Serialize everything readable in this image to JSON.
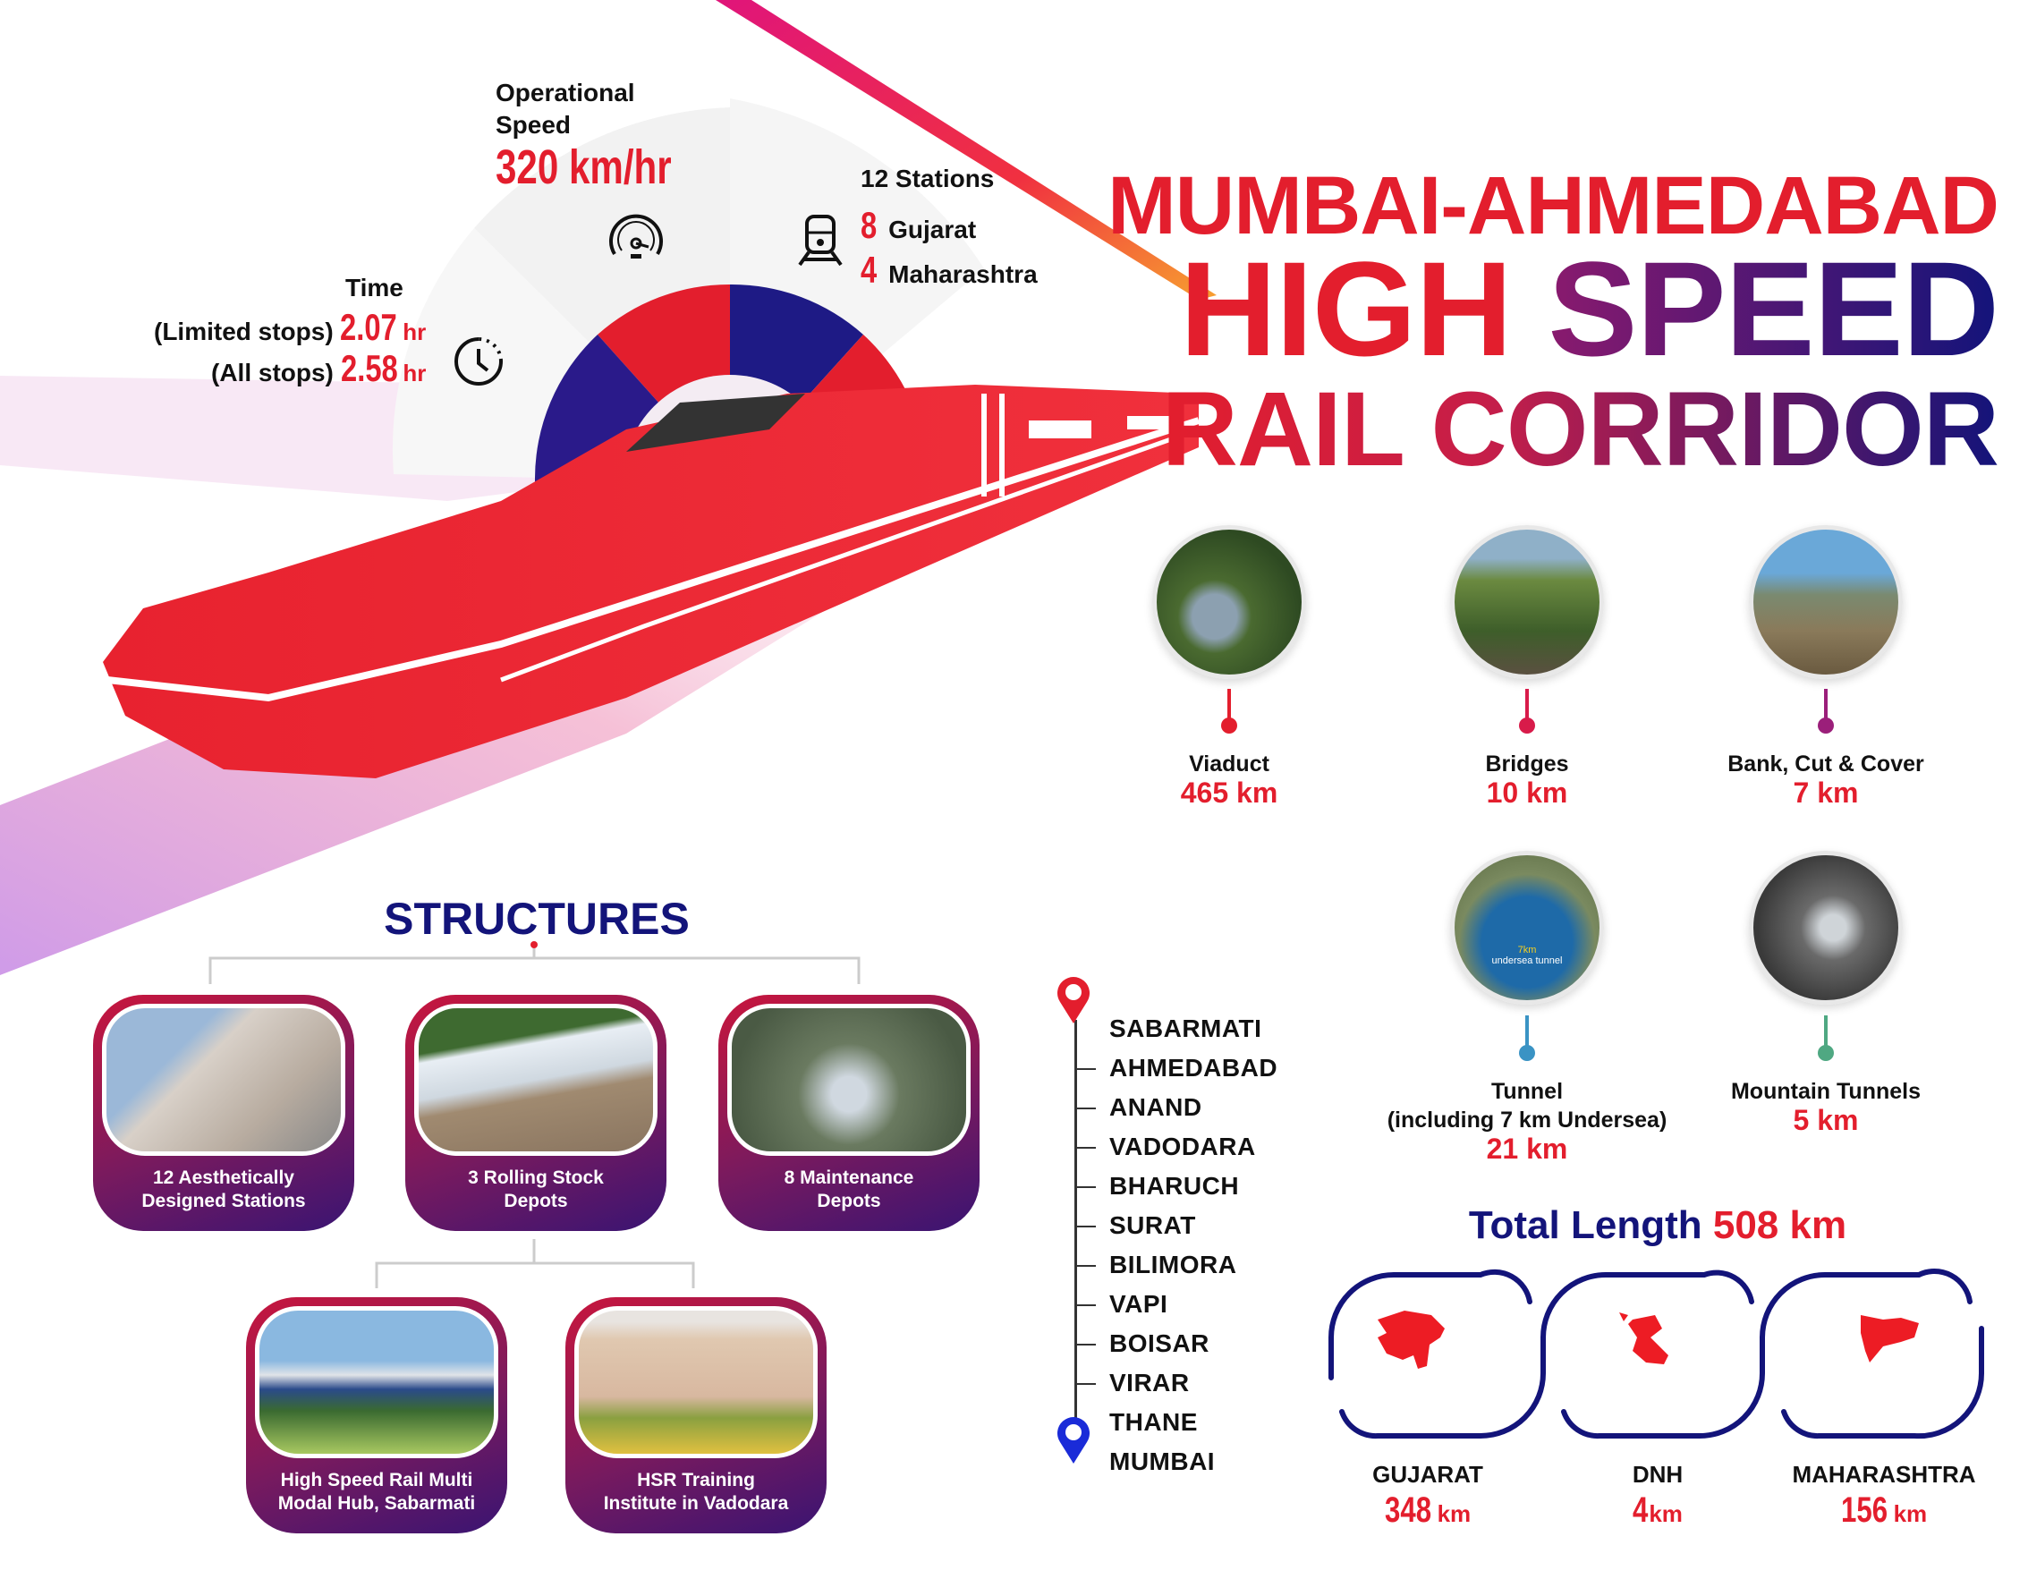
{
  "title": {
    "line1": "MUMBAI-AHMEDABAD",
    "line2a": "HIGH",
    "line2b": "SPEED",
    "line3": "RAIL CORRIDOR"
  },
  "speed": {
    "label1": "Operational",
    "label2": "Speed",
    "value": "320 km/hr",
    "icon": "speedometer-icon"
  },
  "stations": {
    "total": "12 Stations",
    "gujarat_count": "8",
    "gujarat_label": "Gujarat",
    "maha_count": "4",
    "maha_label": "Maharashtra",
    "icon": "train-icon"
  },
  "time": {
    "label": "Time",
    "limited_label": "(Limited stops)",
    "limited_value": "2.07",
    "all_label": "(All stops)",
    "all_value": "2.58",
    "unit": "hr",
    "icon": "clock-icon"
  },
  "features": [
    {
      "label": "Viaduct",
      "value": "465 km",
      "color": "#e31e2d"
    },
    {
      "label": "Bridges",
      "value": "10 km",
      "color": "#d81b4a"
    },
    {
      "label": "Bank, Cut & Cover",
      "value": "7 km",
      "color": "#9b1f7a"
    },
    {
      "label": "Tunnel",
      "label2": "(including 7 km Undersea)",
      "value": "21 km",
      "color": "#3a93c4",
      "photo_text1": "7km",
      "photo_text2": "undersea tunnel"
    },
    {
      "label": "Mountain Tunnels",
      "value": "5 km",
      "color": "#4fa882"
    }
  ],
  "total": {
    "label": "Total Length",
    "value": "508 km"
  },
  "states": [
    {
      "name": "GUJARAT",
      "value": "348",
      "unit": "km"
    },
    {
      "name": "DNH",
      "value": "4",
      "unit": "km"
    },
    {
      "name": "MAHARASHTRA",
      "value": "156",
      "unit": "km"
    }
  ],
  "route": [
    "SABARMATI",
    "AHMEDABAD",
    "ANAND",
    "VADODARA",
    "BHARUCH",
    "SURAT",
    "BILIMORA",
    "VAPI",
    "BOISAR",
    "VIRAR",
    "THANE",
    "MUMBAI"
  ],
  "structures": {
    "title": "STRUCTURES",
    "items": [
      {
        "l1": "12 Aesthetically",
        "l2": "Designed Stations"
      },
      {
        "l1": "3 Rolling Stock",
        "l2": "Depots"
      },
      {
        "l1": "8 Maintenance",
        "l2": "Depots"
      },
      {
        "l1": "High Speed Rail Multi",
        "l2": "Modal Hub, Sabarmati"
      },
      {
        "l1": "HSR Training",
        "l2": "Institute in Vadodara"
      }
    ]
  },
  "colors": {
    "red": "#e31e2d",
    "navy": "#13147a",
    "purple": "#7a1a5e"
  }
}
